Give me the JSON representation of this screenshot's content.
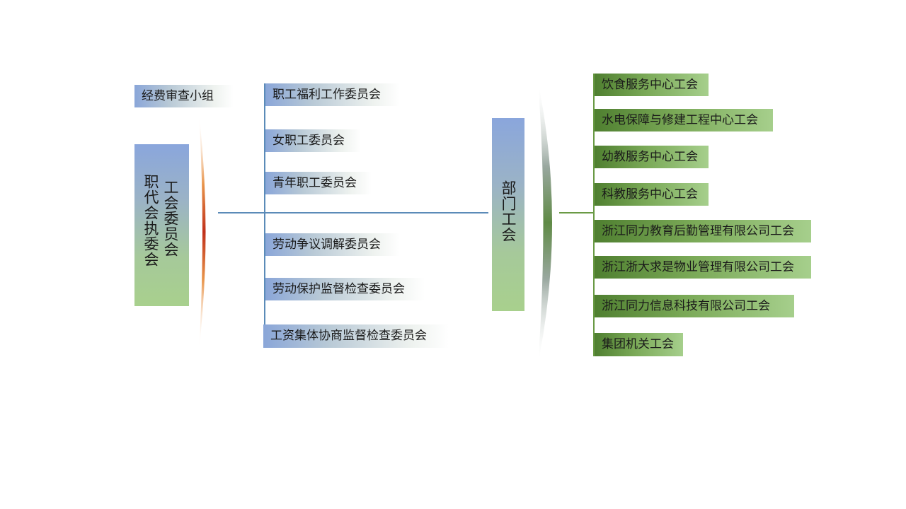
{
  "left": {
    "audit_group": "经费审查小组",
    "main_box": {
      "line1": "工会委员会",
      "line2": "职代会执委会"
    }
  },
  "committees": [
    "职工福利工作委员会",
    "女职工委员会",
    "青年职工委员会",
    "劳动争议调解委员会",
    "劳动保护监督检查委员会",
    "工资集体协商监督检查委员会"
  ],
  "department_box": "部门工会",
  "department_unions": [
    "饮食服务中心工会",
    "水电保障与修建工程中心工会",
    "幼教服务中心工会",
    "科教服务中心工会",
    "浙江同力教育后勤管理有限公司工会",
    "浙江浙大求是物业管理有限公司工会",
    "浙江同力信息科技有限公司工会",
    "集团机关工会"
  ],
  "colors": {
    "blue_line": "#5b8bb8",
    "green_line": "#6a9a45",
    "red_arc": "#c0301a"
  }
}
